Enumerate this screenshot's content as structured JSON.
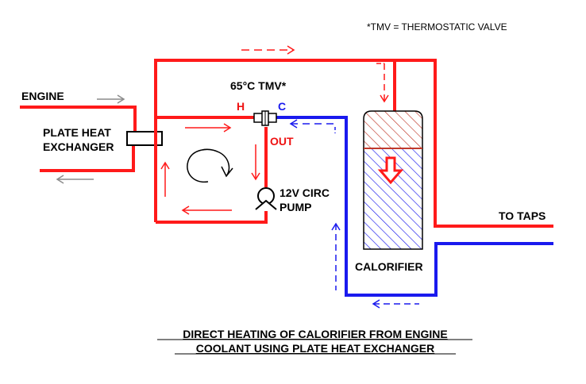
{
  "note": "*TMV = THERMOSTATIC VALVE",
  "labels": {
    "engine": "ENGINE",
    "exchanger_line1": "PLATE HEAT",
    "exchanger_line2": "EXCHANGER",
    "tmv": "65°C TMV*",
    "hot_port": "H",
    "cold_port": "C",
    "out_port": "OUT",
    "pump_line1": "12V CIRC",
    "pump_line2": "PUMP",
    "to_taps": "TO TAPS",
    "calorifier": "CALORIFIER"
  },
  "caption": {
    "line1": "DIRECT HEATING OF CALORIFIER FROM ENGINE",
    "line2": "COOLANT USING PLATE HEAT EXCHANGER"
  },
  "colors": {
    "hot": "#ff1a1a",
    "cold": "#1a1aee",
    "engine_arrow": "#8c8c8c",
    "text": "#000000",
    "red_text": "#ee1111",
    "blue_text": "#1a1aee"
  }
}
